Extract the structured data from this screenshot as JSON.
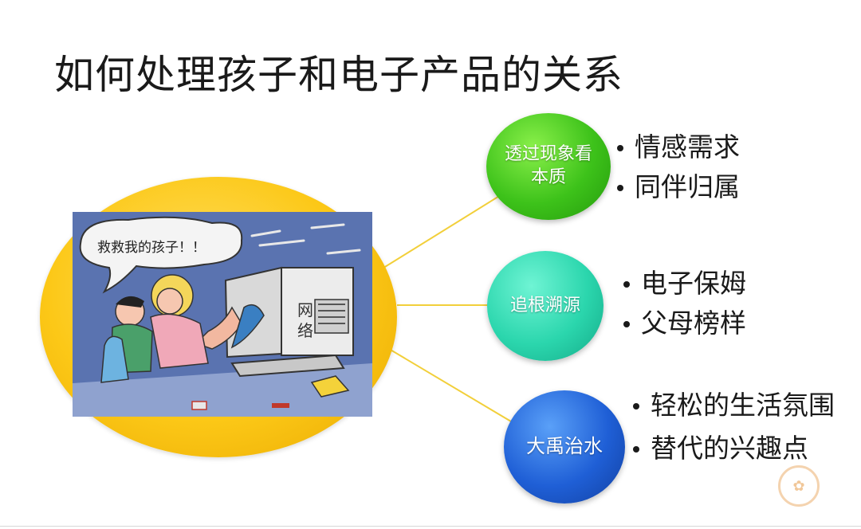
{
  "slide": {
    "title": "如何处理孩子和电子产品的关系",
    "image": {
      "bubble_text": "救救我的孩子！！",
      "monitor_text": "网络"
    },
    "nodes": [
      {
        "label": "透过现象看本质",
        "color": "#3dc21a",
        "bullets": [
          "情感需求",
          "同伴归属"
        ]
      },
      {
        "label": "追根溯源",
        "color": "#2bd6ad",
        "bullets": [
          "电子保姆",
          "父母榜样"
        ]
      },
      {
        "label": "大禹治水",
        "color": "#1f5fd6",
        "bullets": [
          "轻松的生活氛围",
          "替代的兴趣点"
        ]
      }
    ],
    "connector_color": "#f2cf3a",
    "accent_color": "#fcc817"
  }
}
